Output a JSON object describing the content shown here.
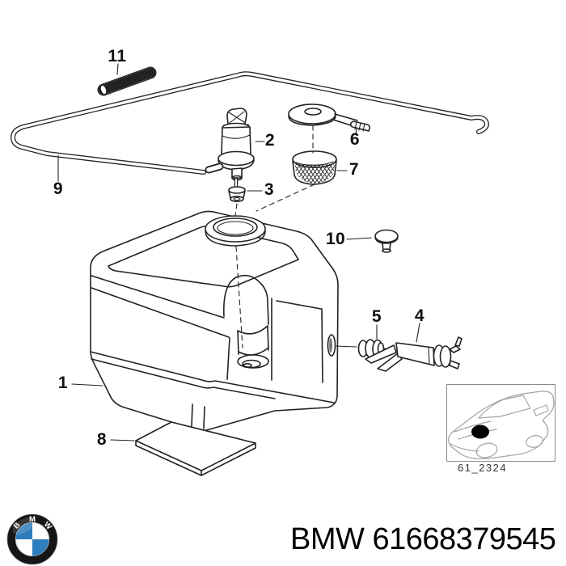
{
  "diagram": {
    "part_labels": [
      "1",
      "2",
      "3",
      "4",
      "5",
      "6",
      "7",
      "8",
      "9",
      "10",
      "11"
    ],
    "thumbnail_code": "61_2324"
  },
  "footer": {
    "brand": "BMW",
    "part_number": "61668379545",
    "logo_letters": [
      "B",
      "M",
      "W"
    ]
  },
  "colors": {
    "line": "#222222",
    "label_text": "#111111",
    "logo_blue": "#2e7dbc",
    "logo_ring": "#161616",
    "background": "#ffffff"
  }
}
